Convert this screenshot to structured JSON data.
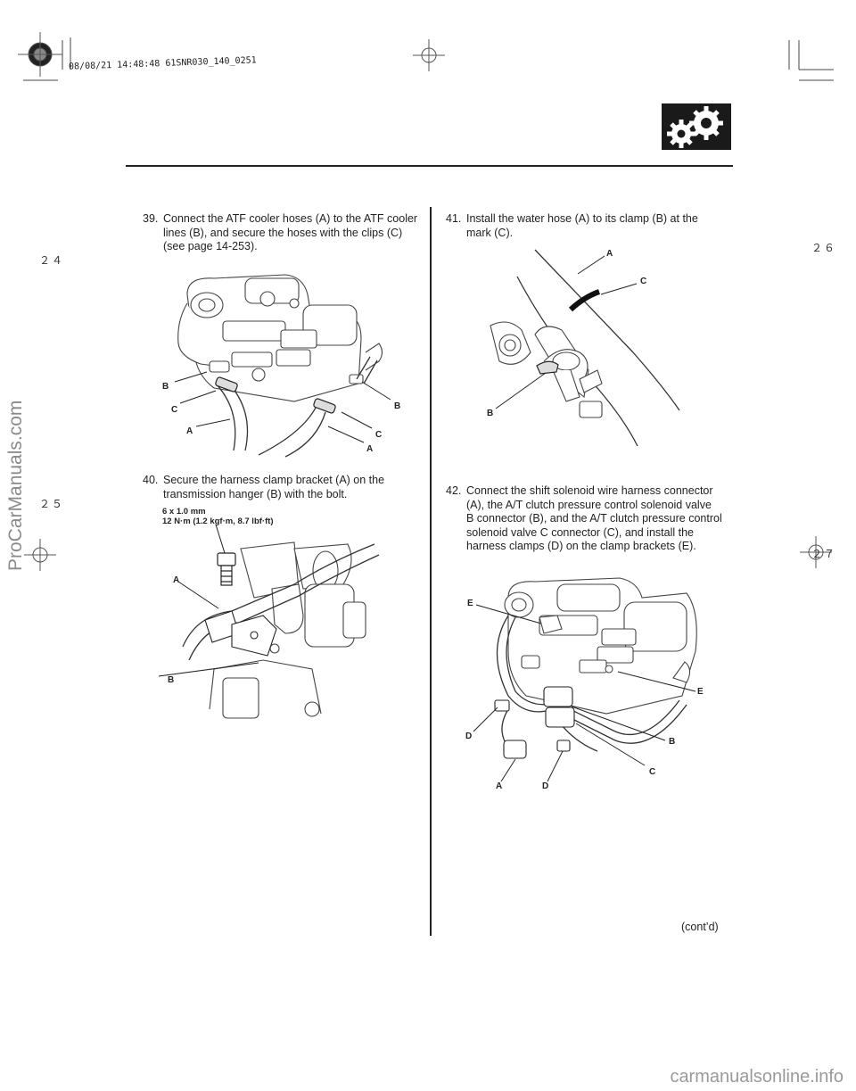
{
  "header": {
    "print_stamp": "08/08/21 14:48:48 61SNR030_140_0251"
  },
  "side_marks": {
    "left_top": "２４",
    "left_bottom": "２５",
    "right_top": "２６",
    "right_bottom": "２７"
  },
  "steps": {
    "s39": {
      "num": "39.",
      "text": "Connect the ATF cooler hoses (A) to the ATF cooler\nlines (B), and secure the hoses with the clips (C)\n(see page 14-253)."
    },
    "s40": {
      "num": "40.",
      "text": "Secure the harness clamp bracket (A) on the\ntransmission hanger (B) with the bolt."
    },
    "s41": {
      "num": "41.",
      "text": "Install the water hose (A) to its clamp (B) at the\nmark (C)."
    },
    "s42": {
      "num": "42.",
      "text": "Connect the shift solenoid wire harness connector\n(A), the A/T clutch pressure control solenoid valve\nB connector (B), and the A/T clutch pressure control\nsolenoid valve C connector (C), and install the\nharness clamps (D) on the clamp brackets (E)."
    }
  },
  "figure1": {
    "labels": {
      "b_left": "B",
      "c_left": "C",
      "a_left": "A",
      "b_right": "B",
      "c_right": "C",
      "a_right": "A"
    }
  },
  "figure2": {
    "spec_size": "6 x 1.0 mm",
    "spec_torque": "12 N·m (1.2 kgf·m, 8.7 lbf·ft)",
    "labels": {
      "a": "A",
      "b": "B"
    }
  },
  "figure3": {
    "labels": {
      "a": "A",
      "c": "C",
      "b": "B"
    }
  },
  "figure4": {
    "labels": {
      "e_top": "E",
      "e_right": "E",
      "d_left": "D",
      "b": "B",
      "c": "C",
      "a": "A",
      "d_bottom": "D"
    }
  },
  "continued": "(cont’d)",
  "watermark_left": "ProCarManuals.com",
  "watermark_footer": "carmanualsonline.info"
}
